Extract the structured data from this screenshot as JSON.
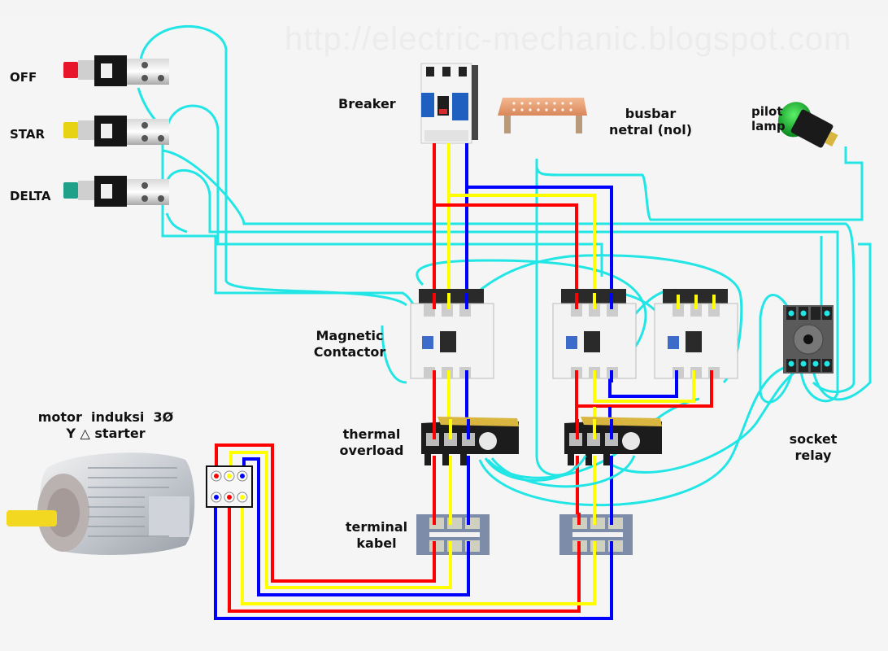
{
  "watermark": "http://electric-mechanic.blogspot.com",
  "labels": {
    "off": "OFF",
    "star": "STAR",
    "delta": "DELTA",
    "breaker": "Breaker",
    "busbar_line1": "busbar",
    "busbar_line2": "netral (nol)",
    "pilot_line1": "pilot",
    "pilot_line2": "lamp",
    "contactor_line1": "Magnetic",
    "contactor_line2": "Contactor",
    "thermal_line1": "thermal",
    "thermal_line2": "overload",
    "terminal_line1": "terminal",
    "terminal_line2": "kabel",
    "socket_line1": "socket",
    "socket_line2": "relay",
    "motor_line1": "motor  induksi  3Ø",
    "motor_line2": "Y △ starter"
  },
  "components": {
    "push_buttons": [
      {
        "name": "OFF",
        "cap_color": "#e8142a"
      },
      {
        "name": "STAR",
        "cap_color": "#e8d214"
      },
      {
        "name": "DELTA",
        "cap_color": "#1fa088"
      }
    ],
    "contactors": [
      "main",
      "delta",
      "star"
    ],
    "thermal_overloads": 2,
    "terminal_blocks": 2
  },
  "wire_colors": {
    "phase_r": "#ff0000",
    "phase_s": "#ffff00",
    "phase_t": "#0000ff",
    "control": "#22e5e5"
  }
}
